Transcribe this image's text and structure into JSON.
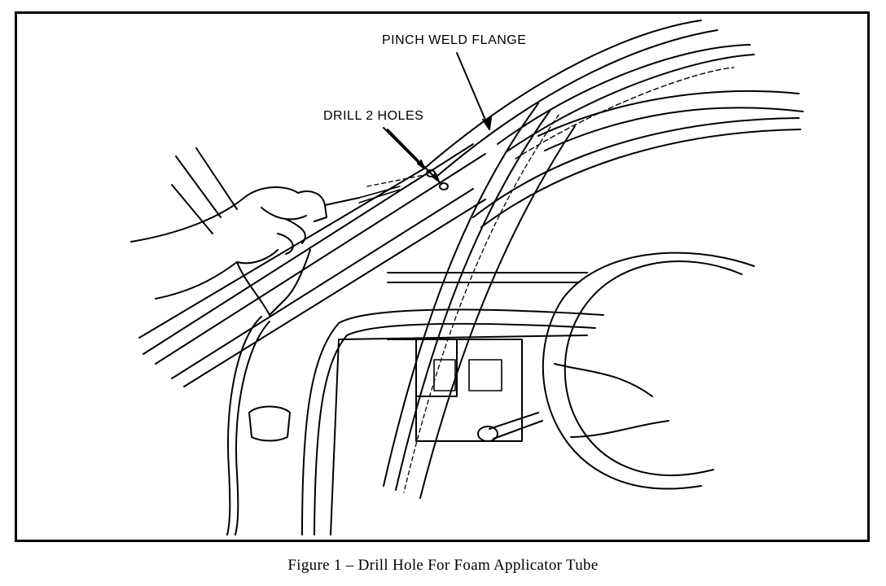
{
  "callouts": {
    "pinch_weld": "PINCH WELD FLANGE",
    "drill_holes": "DRILL 2 HOLES"
  },
  "caption": "Figure 1 – Drill Hole For Foam Applicator Tube"
}
